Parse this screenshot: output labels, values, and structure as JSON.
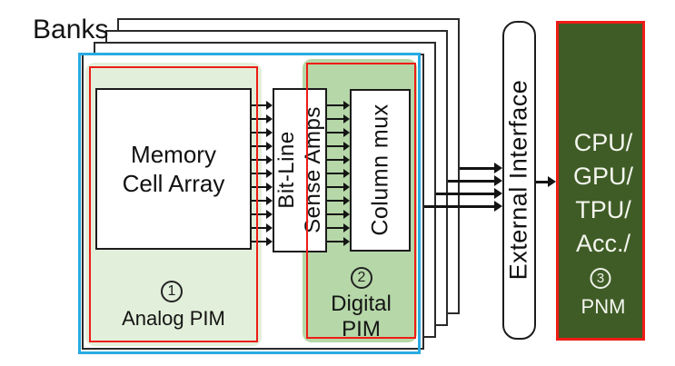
{
  "banks": {
    "label": "Banks",
    "stack_count": 4
  },
  "analog_pim": {
    "number": "1",
    "label": "Analog PIM",
    "memory_array_line1": "Memory",
    "memory_array_line2": "Cell Array"
  },
  "sense_amps_box": {
    "line1": "Bit-Line",
    "line2": "Sense Amps"
  },
  "digital_pim": {
    "number": "2",
    "label_line1": "Digital",
    "label_line2": "PIM",
    "column_mux_label": "Column mux"
  },
  "external_interface": {
    "label": "External Interface"
  },
  "pnm": {
    "number": "3",
    "label": "PNM",
    "hosts": [
      "CPU/",
      "GPU/",
      "TPU/",
      "Acc./"
    ]
  },
  "colors": {
    "bank_border_blue": "#29ABE2",
    "pim_border_red": "#EE1C16",
    "analog_fill": "#E2EFDA",
    "digital_fill": "#B6D7A8",
    "pnm_fill": "#3F5C26"
  }
}
